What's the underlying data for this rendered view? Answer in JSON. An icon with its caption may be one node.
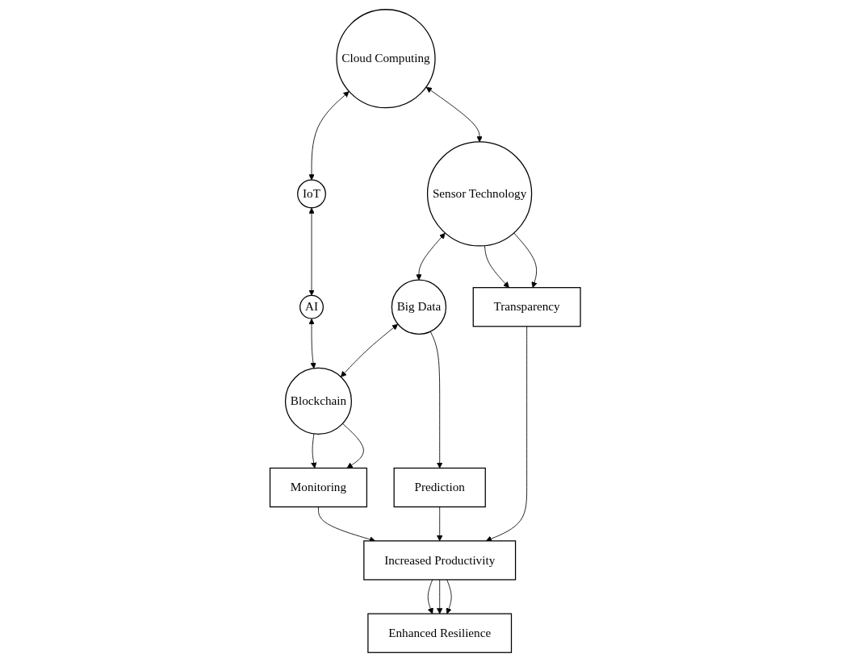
{
  "diagram": {
    "nodes": [
      {
        "text": [
          "Cloud Computing"
        ]
      },
      {
        "text": [
          "IoT"
        ]
      },
      {
        "text": [
          "AI"
        ]
      },
      {
        "text": [
          "Sensor Technology"
        ]
      },
      {
        "text": [
          "Big Data"
        ]
      },
      {
        "text": [
          "Blockchain"
        ]
      },
      {
        "text": [
          "Transparency"
        ]
      },
      {
        "text": [
          "Prediction"
        ]
      },
      {
        "text": [
          "Monitoring"
        ]
      },
      {
        "text": [
          "Increased Productivity"
        ]
      },
      {
        "text": [
          "Enhanced Resilience"
        ]
      }
    ],
    "edges": [
      {
        "from": 0,
        "to": 1,
        "arrow": "both"
      },
      {
        "from": 1,
        "to": 2,
        "arrow": "both"
      },
      {
        "from": 0,
        "to": 3,
        "arrow": "both"
      },
      {
        "from": 2,
        "to": 5,
        "arrow": "both"
      },
      {
        "from": 3,
        "to": 4,
        "arrow": "both"
      },
      {
        "from": 4,
        "to": 5,
        "arrow": "both"
      },
      {
        "from": 3,
        "to": 6,
        "arrow": "to"
      },
      {
        "from": 3,
        "to": 6,
        "arrow": "to"
      },
      {
        "from": 4,
        "to": 7,
        "arrow": "to"
      },
      {
        "from": 5,
        "to": 8,
        "arrow": "to"
      },
      {
        "from": 5,
        "to": 8,
        "arrow": "to"
      },
      {
        "from": 6,
        "to": 9,
        "arrow": "to"
      },
      {
        "from": 7,
        "to": 9,
        "arrow": "to"
      },
      {
        "from": 8,
        "to": 9,
        "arrow": "to"
      },
      {
        "from": 9,
        "to": 10,
        "arrow": "to"
      },
      {
        "from": 9,
        "to": 10,
        "arrow": "to"
      },
      {
        "from": 9,
        "to": 10,
        "arrow": "to"
      }
    ]
  }
}
